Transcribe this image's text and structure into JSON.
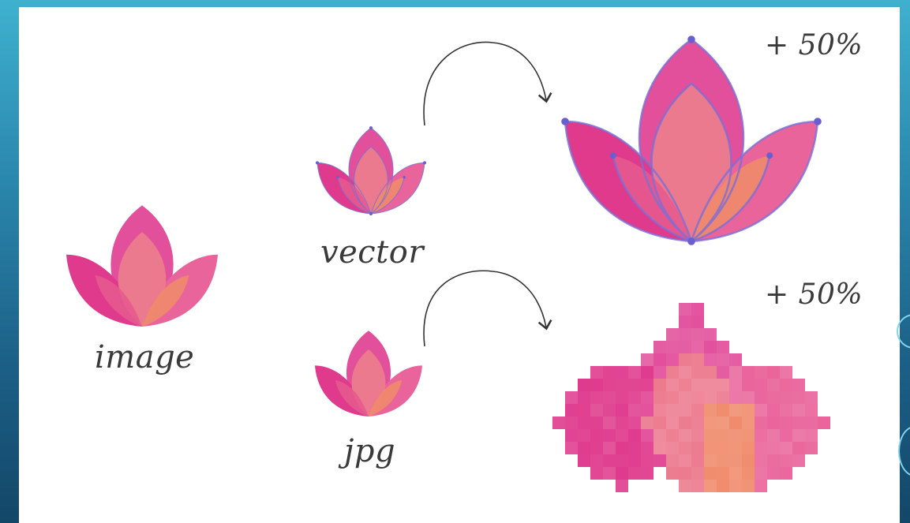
{
  "labels": {
    "image": "image",
    "vector": "vector",
    "jpg": "jpg",
    "vector_scale": "+ 50%",
    "jpg_scale": "+ 50%"
  },
  "colors": {
    "background_top": "#3fb1cf",
    "background_bottom": "#134768",
    "panel": "#ffffff",
    "petal_back": "#e2509b",
    "petal_mid": "#ec7a8e",
    "petal_side_left": "#df3a8c",
    "petal_side_right": "#e9649a",
    "petal_front": "#f08a6b",
    "vector_path": "#7b6fd6",
    "arrow": "#333333"
  }
}
